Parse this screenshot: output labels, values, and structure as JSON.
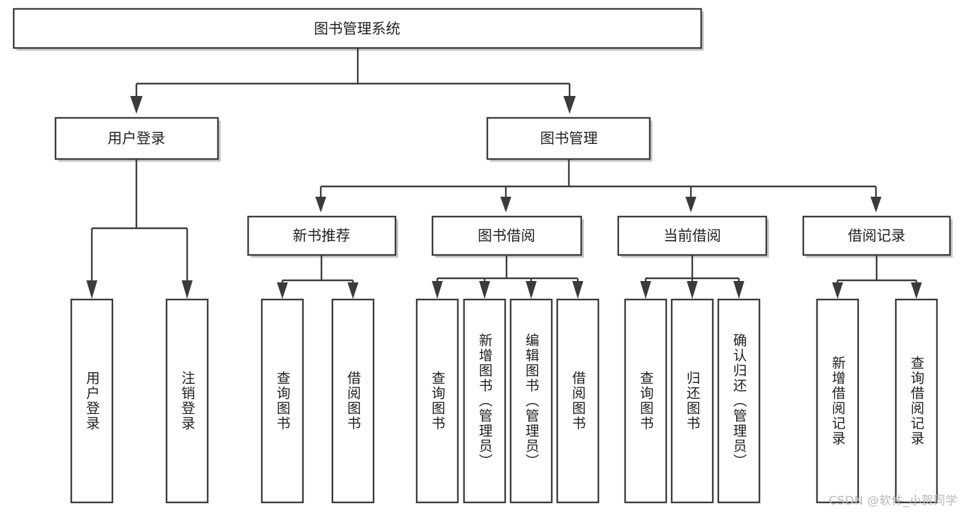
{
  "diagram": {
    "type": "tree",
    "title": "图书管理系统",
    "orientation": "top-down",
    "colors": {
      "box_stroke": "#3b3b3b",
      "box_fill": "#ffffff",
      "connector": "#3b3b3b",
      "text": "#1f1f1f",
      "watermark": "#b7b7b7",
      "background": "#ffffff"
    },
    "root": {
      "label": "图书管理系统",
      "name": "root-node"
    },
    "level2": [
      {
        "label": "用户登录",
        "name": "node-user-login"
      },
      {
        "label": "图书管理",
        "name": "node-book-management"
      }
    ],
    "level3": [
      {
        "label": "新书推荐",
        "name": "node-new-book-recommend"
      },
      {
        "label": "图书借阅",
        "name": "node-book-borrow"
      },
      {
        "label": "当前借阅",
        "name": "node-current-borrow"
      },
      {
        "label": "借阅记录",
        "name": "node-borrow-record"
      }
    ],
    "leaves": {
      "user_login": [
        {
          "label": "用户登录",
          "name": "leaf-user-login"
        },
        {
          "label": "注销登录",
          "name": "leaf-logout"
        }
      ],
      "new_book_recommend": [
        {
          "label": "查询图书",
          "name": "leaf-query-book-1"
        },
        {
          "label": "借阅图书",
          "name": "leaf-borrow-book-1"
        }
      ],
      "book_borrow": [
        {
          "label": "查询图书",
          "name": "leaf-query-book-2"
        },
        {
          "label": "新增图书（管理员）",
          "name": "leaf-add-book-admin"
        },
        {
          "label": "编辑图书（管理员）",
          "name": "leaf-edit-book-admin"
        },
        {
          "label": "借阅图书",
          "name": "leaf-borrow-book-2"
        }
      ],
      "current_borrow": [
        {
          "label": "查询图书",
          "name": "leaf-query-book-3"
        },
        {
          "label": "归还图书",
          "name": "leaf-return-book"
        },
        {
          "label": "确认归还（管理员）",
          "name": "leaf-confirm-return-admin"
        }
      ],
      "borrow_record": [
        {
          "label": "新增借阅记录",
          "name": "leaf-add-borrow-record"
        },
        {
          "label": "查询借阅记录",
          "name": "leaf-query-borrow-record"
        }
      ]
    },
    "watermark": "CSDN @软件_小贺同学"
  }
}
